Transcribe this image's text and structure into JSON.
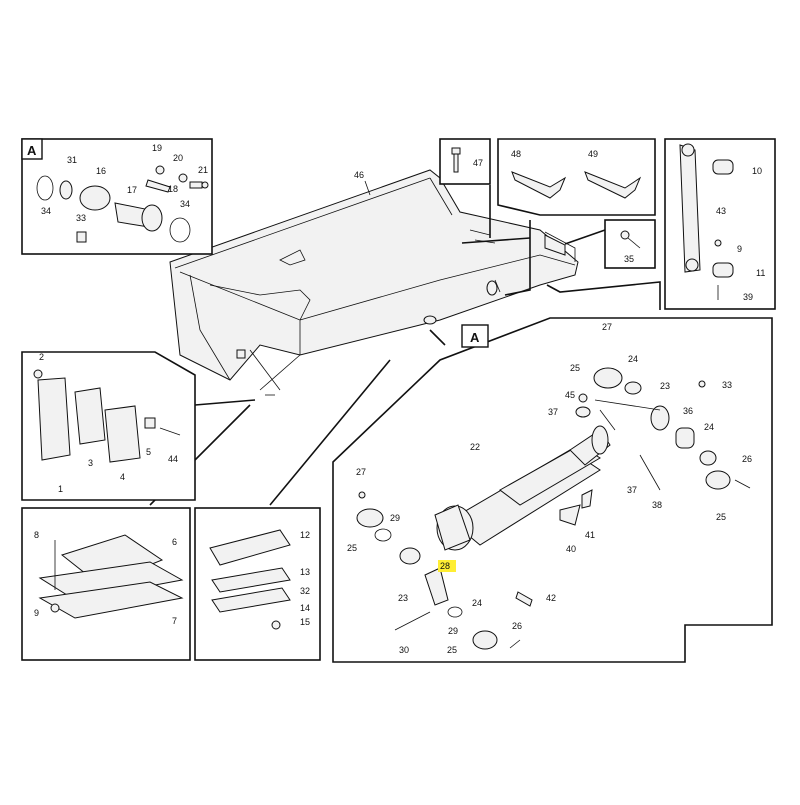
{
  "diagram": {
    "section_letter": "A",
    "highlight_color": "#ffee33",
    "callouts": {
      "p46": "46",
      "p47": "47",
      "p48": "48",
      "p49": "49",
      "p35": "35",
      "p10": "10",
      "p43": "43",
      "p9": "9",
      "p11": "11",
      "p39": "39",
      "a31": "31",
      "a16": "16",
      "a17": "17",
      "a19": "19",
      "a20": "20",
      "a21": "21",
      "a18": "18",
      "a34l": "34",
      "a34r": "34",
      "a33": "33",
      "s2": "2",
      "s3": "3",
      "s4": "4",
      "s5": "5",
      "s44": "44",
      "s1": "1",
      "b8": "8",
      "b6": "6",
      "b7": "7",
      "b9": "9",
      "c12": "12",
      "c13": "13",
      "c32": "32",
      "c14": "14",
      "c15": "15",
      "d27t": "27",
      "d25t": "25",
      "d24t": "24",
      "d23t": "23",
      "d33": "33",
      "d45": "45",
      "d37t": "37",
      "d36": "36",
      "d24r": "24",
      "d26r": "26",
      "d22": "22",
      "d37b": "37",
      "d38": "38",
      "d25r": "25",
      "d27l": "27",
      "d25l": "25",
      "d29l": "29",
      "d40": "40",
      "d41": "41",
      "d28": "28",
      "d23l": "23",
      "d42": "42",
      "d24b": "24",
      "d29b": "29",
      "d26b": "26",
      "d25b": "25",
      "d30": "30"
    }
  }
}
